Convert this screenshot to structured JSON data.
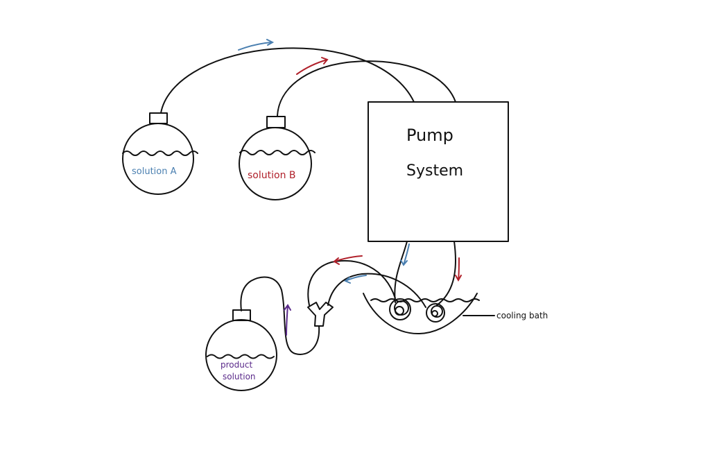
{
  "labels": {
    "solution_a": "solution A",
    "solution_b": "solution B",
    "pump_line1": "Pump",
    "pump_line2": "System",
    "product_line1": "product",
    "product_line2": "solution",
    "cooling_bath": "cooling bath"
  },
  "colors": {
    "ink": "#111111",
    "solution_a": "#4a7fb0",
    "solution_b": "#b0202a",
    "product": "#5a2a8a"
  }
}
